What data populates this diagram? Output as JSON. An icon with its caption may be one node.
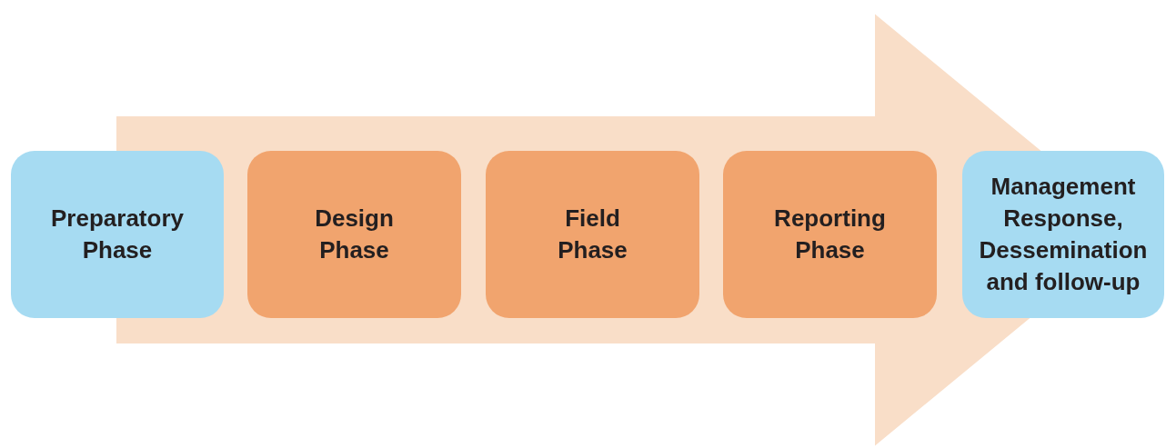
{
  "diagram": {
    "nodes": [
      {
        "text": [
          "Preparatory Phase"
        ]
      },
      {
        "text": [
          "Design Phase"
        ]
      },
      {
        "text": [
          "Field Phase"
        ]
      },
      {
        "text": [
          "Reporting Phase"
        ]
      },
      {
        "text": [
          "Management Response, Dessemination and follow-up"
        ]
      }
    ],
    "edges": [
      {
        "from": 0,
        "to": 4,
        "arrow": "to",
        "style": "thick"
      }
    ]
  }
}
